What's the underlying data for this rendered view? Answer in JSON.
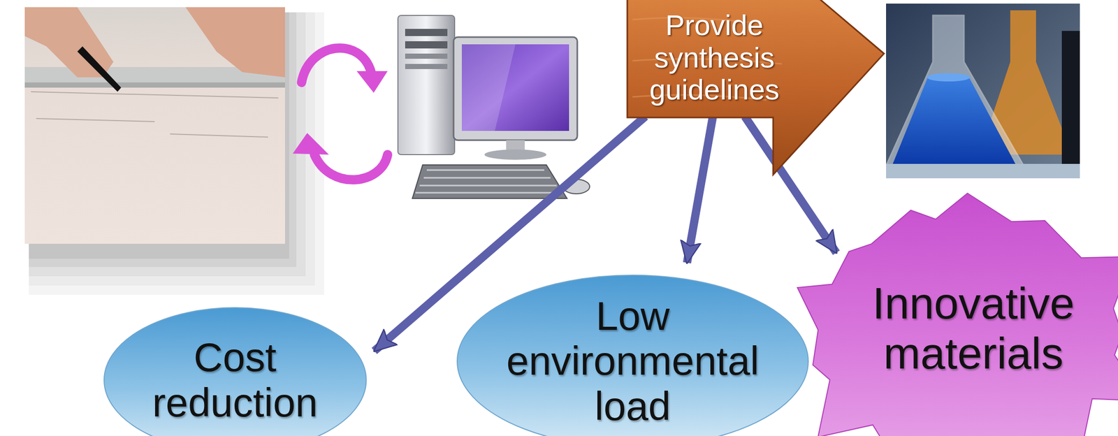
{
  "diagram": {
    "nodes": [
      {
        "text": [
          "Provide synthesis guidelines"
        ]
      },
      {
        "text": [
          "Cost reduction"
        ]
      },
      {
        "text": [
          "Low environmental load"
        ]
      },
      {
        "text": [
          "Innovative materials"
        ]
      }
    ],
    "edges": [
      {
        "from": 0,
        "to": 1,
        "arrow": "to"
      },
      {
        "from": 0,
        "to": 2,
        "arrow": "to"
      },
      {
        "from": 0,
        "to": 3,
        "arrow": "to"
      }
    ]
  }
}
